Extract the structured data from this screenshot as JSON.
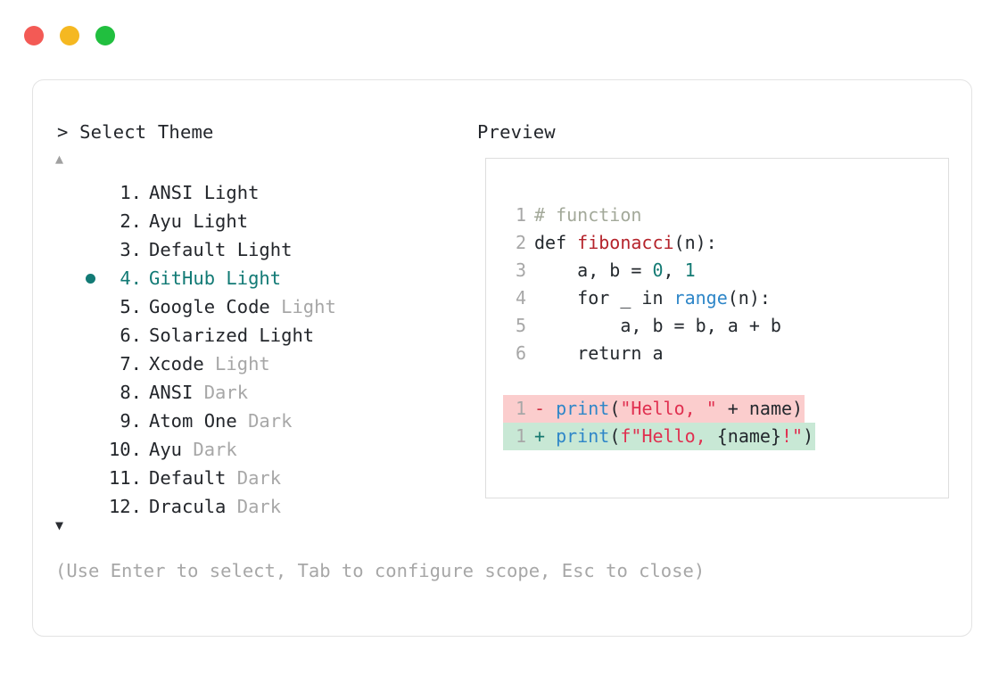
{
  "window": {
    "controls": [
      {
        "name": "close",
        "color": "#f35a55"
      },
      {
        "name": "minimize",
        "color": "#f5b821"
      },
      {
        "name": "maximize",
        "color": "#21bf3f"
      }
    ]
  },
  "prompt": {
    "header": "> Select Theme",
    "preview_header": "Preview",
    "scroll_up_icon": "▲",
    "scroll_down_icon": "▼",
    "hint": "(Use Enter to select, Tab to configure scope, Esc to close)",
    "selected_index": 4,
    "selected_bullet": "●",
    "accent_color": "#127a75",
    "items": [
      {
        "num": "1.",
        "name": "ANSI",
        "variant": " Light",
        "variant_dim": false,
        "selected": false
      },
      {
        "num": "2.",
        "name": "Ayu",
        "variant": " Light",
        "variant_dim": false,
        "selected": false
      },
      {
        "num": "3.",
        "name": "Default",
        "variant": " Light",
        "variant_dim": false,
        "selected": false
      },
      {
        "num": "4.",
        "name": "GitHub",
        "variant": " Light",
        "variant_dim": false,
        "selected": true
      },
      {
        "num": "5.",
        "name": "Google Code",
        "variant": " Light",
        "variant_dim": true,
        "selected": false
      },
      {
        "num": "6.",
        "name": "Solarized",
        "variant": " Light",
        "variant_dim": false,
        "selected": false
      },
      {
        "num": "7.",
        "name": "Xcode",
        "variant": " Light",
        "variant_dim": true,
        "selected": false
      },
      {
        "num": "8.",
        "name": "ANSI",
        "variant": " Dark",
        "variant_dim": true,
        "selected": false
      },
      {
        "num": "9.",
        "name": "Atom One",
        "variant": " Dark",
        "variant_dim": true,
        "selected": false
      },
      {
        "num": "10.",
        "name": "Ayu",
        "variant": " Dark",
        "variant_dim": true,
        "selected": false
      },
      {
        "num": "11.",
        "name": "Default",
        "variant": " Dark",
        "variant_dim": true,
        "selected": false
      },
      {
        "num": "12.",
        "name": "Dracula",
        "variant": " Dark",
        "variant_dim": true,
        "selected": false
      }
    ]
  },
  "preview": {
    "lines": [
      {
        "ln": "1",
        "diff": "",
        "tokens": [
          {
            "t": "# function",
            "c": "comment"
          }
        ]
      },
      {
        "ln": "2",
        "diff": "",
        "tokens": [
          {
            "t": "def ",
            "c": "kw"
          },
          {
            "t": "fibonacci",
            "c": "fn"
          },
          {
            "t": "(n):",
            "c": "plain"
          }
        ]
      },
      {
        "ln": "3",
        "diff": "",
        "tokens": [
          {
            "t": "    a, b = ",
            "c": "plain"
          },
          {
            "t": "0",
            "c": "num"
          },
          {
            "t": ", ",
            "c": "plain"
          },
          {
            "t": "1",
            "c": "num"
          }
        ]
      },
      {
        "ln": "4",
        "diff": "",
        "tokens": [
          {
            "t": "    for _ in ",
            "c": "plain"
          },
          {
            "t": "range",
            "c": "builtin"
          },
          {
            "t": "(n):",
            "c": "plain"
          }
        ]
      },
      {
        "ln": "5",
        "diff": "",
        "tokens": [
          {
            "t": "        a, b = b, a + b",
            "c": "plain"
          }
        ]
      },
      {
        "ln": "6",
        "diff": "",
        "tokens": [
          {
            "t": "    return a",
            "c": "plain"
          }
        ]
      },
      {
        "ln": "",
        "diff": "spacer",
        "tokens": []
      },
      {
        "ln": "1",
        "diff": "del",
        "tokens": [
          {
            "t": "- ",
            "c": "del"
          },
          {
            "t": "print",
            "c": "builtin"
          },
          {
            "t": "(",
            "c": "plain"
          },
          {
            "t": "\"Hello, \"",
            "c": "str"
          },
          {
            "t": " + name)",
            "c": "plain"
          }
        ]
      },
      {
        "ln": "1",
        "diff": "add",
        "tokens": [
          {
            "t": "+ ",
            "c": "add"
          },
          {
            "t": "print",
            "c": "builtin"
          },
          {
            "t": "(",
            "c": "plain"
          },
          {
            "t": "f\"Hello, ",
            "c": "str"
          },
          {
            "t": "{name}",
            "c": "plain"
          },
          {
            "t": "!\"",
            "c": "str"
          },
          {
            "t": ")",
            "c": "plain"
          }
        ]
      }
    ]
  }
}
